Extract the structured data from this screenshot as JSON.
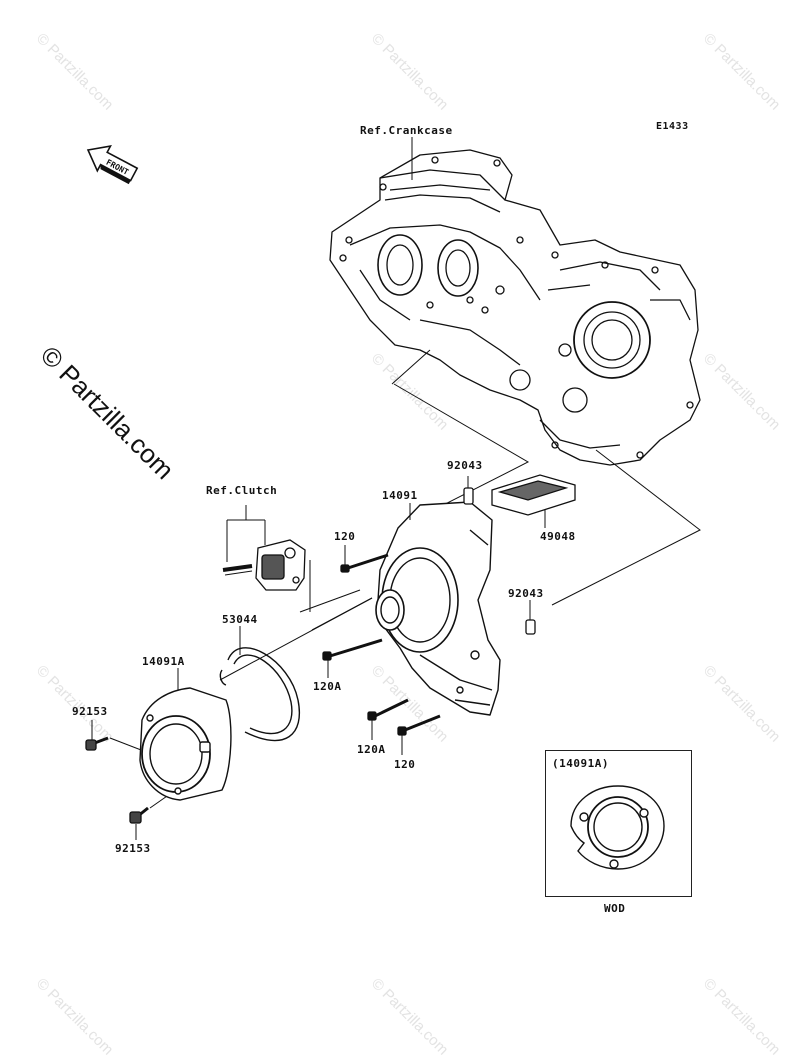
{
  "diagram": {
    "code": "E1433",
    "front_label": "FRONT",
    "watermark_text": "© Partzilla.com",
    "labels": {
      "ref_crankcase": "Ref.Crankcase",
      "ref_clutch": "Ref.Clutch",
      "p92043_top": "92043",
      "p14091": "14091",
      "p49048": "49048",
      "p120_top": "120",
      "p53044": "53044",
      "p92043_mid": "92043",
      "p14091A": "14091A",
      "p120A_left": "120A",
      "p92153_top": "92153",
      "p120A_bottom": "120A",
      "p120_bottom": "120",
      "p92153_bottom": "92153"
    },
    "inset": {
      "title": "(14091A)",
      "caption": "WOD"
    }
  }
}
